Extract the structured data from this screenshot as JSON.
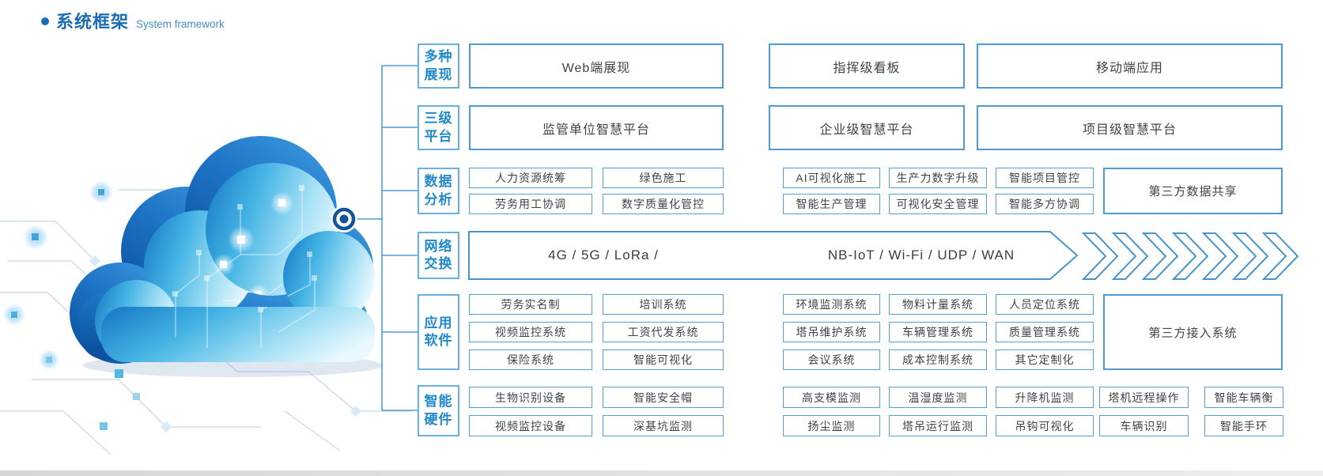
{
  "title": {
    "zh": "系统框架",
    "en": "System framework"
  },
  "colors": {
    "title_blue": "#1b6cb5",
    "accent_blue": "#2089cb",
    "box_border": "#4f9ace",
    "box_text": "#3f4347",
    "connector": "#2f86c7"
  },
  "rows": [
    {
      "label": [
        "多种",
        "展现"
      ],
      "boxes": [
        "Web端展现",
        "指挥级看板",
        "移动端应用"
      ]
    },
    {
      "label": [
        "三级",
        "平台"
      ],
      "boxes": [
        "监管单位智慧平台",
        "企业级智慧平台",
        "项目级智慧平台"
      ]
    },
    {
      "label": [
        "数据",
        "分析"
      ],
      "top": [
        "人力资源统筹",
        "绿色施工",
        "AI可视化施工",
        "生产力数字升级",
        "智能项目管控"
      ],
      "bottom": [
        "劳务用工协调",
        "数字质量化管控",
        "智能生产管理",
        "可视化安全管理",
        "智能多方协调"
      ],
      "wide": "第三方数据共享"
    },
    {
      "label": [
        "网络",
        "交换"
      ],
      "left_text": "4G / 5G / LoRa /",
      "right_text": "NB-IoT / Wi-Fi / UDP / WAN",
      "chevrons": 7
    },
    {
      "label": [
        "应用",
        "软件"
      ],
      "row_a": [
        "劳务实名制",
        "培训系统",
        "环境监测系统",
        "物料计量系统",
        "人员定位系统"
      ],
      "row_b": [
        "视频监控系统",
        "工资代发系统",
        "塔吊维护系统",
        "车辆管理系统",
        "质量管理系统"
      ],
      "row_c": [
        "保险系统",
        "智能可视化",
        "会议系统",
        "成本控制系统",
        "其它定制化"
      ],
      "wide": "第三方接入系统"
    },
    {
      "label": [
        "智能",
        "硬件"
      ],
      "row_a": [
        "生物识别设备",
        "智能安全帽",
        "高支模监测",
        "温湿度监测",
        "升降机监测",
        "塔机远程操作",
        "智能车辆衡"
      ],
      "row_b": [
        "视频监控设备",
        "深基坑监测",
        "扬尘监测",
        "塔吊运行监测",
        "吊钩可视化",
        "车辆识别",
        "智能手环"
      ]
    }
  ]
}
